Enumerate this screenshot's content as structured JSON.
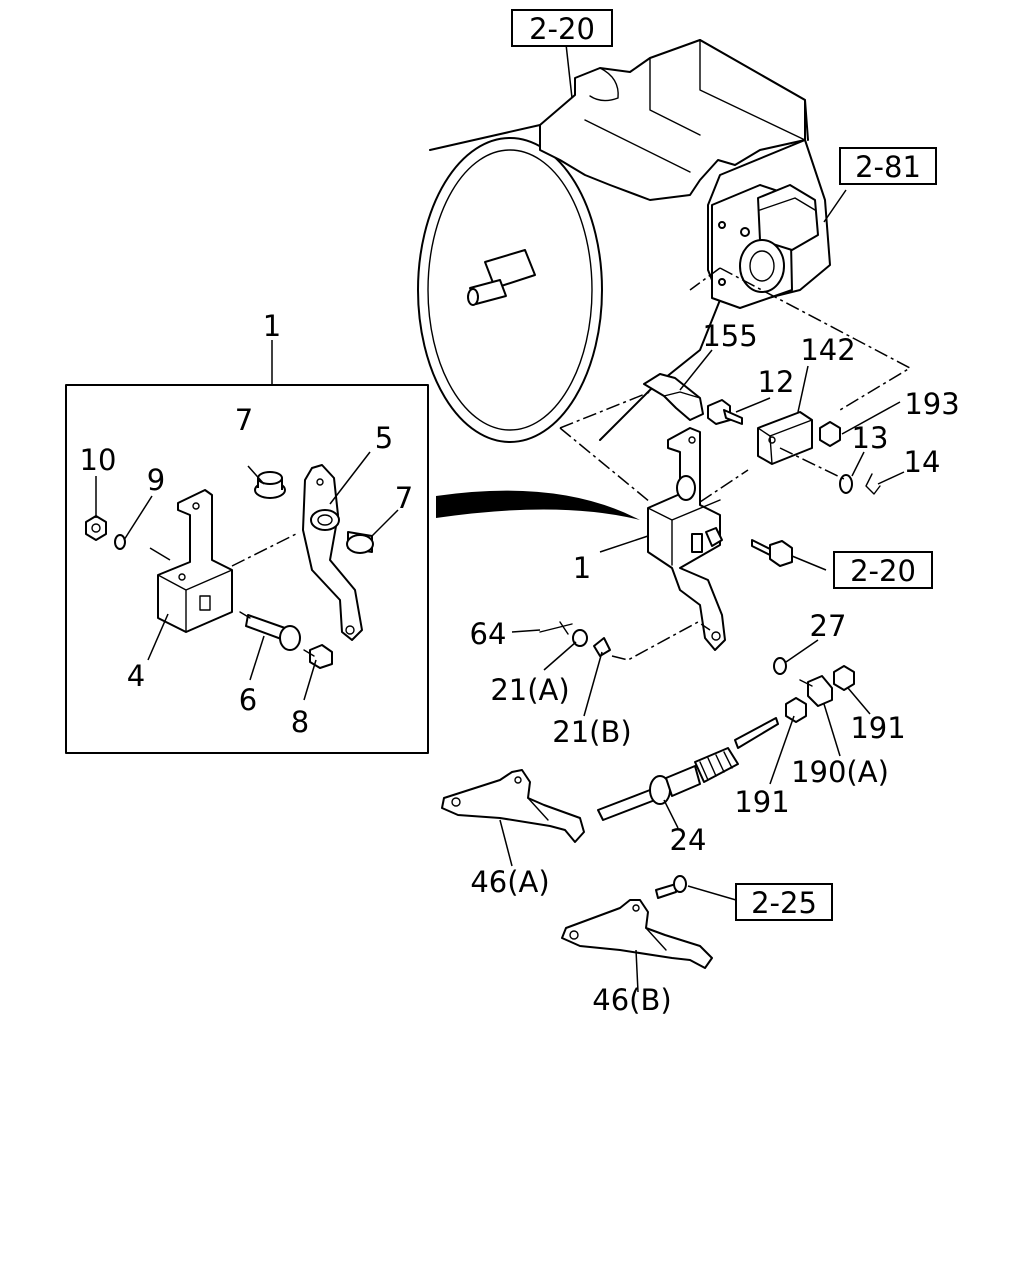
{
  "diagram": {
    "refs": {
      "r_top": "2-20",
      "r_right": "2-81",
      "r_mid": "2-20",
      "r_bottom": "2-25"
    },
    "labels": {
      "l1_top": "1",
      "l155": "155",
      "l142": "142",
      "l12": "12",
      "l193": "193",
      "l13": "13",
      "l14": "14",
      "l1_mid": "1",
      "l64": "64",
      "l27": "27",
      "l21a": "21(A)",
      "l21b": "21(B)",
      "l191a": "191",
      "l191b": "191",
      "l190a": "190(A)",
      "l24": "24",
      "l46a": "46(A)",
      "l46b": "46(B)",
      "l7a": "7",
      "l7b": "7",
      "l5": "5",
      "l10": "10",
      "l9": "9",
      "l4": "4",
      "l6": "6",
      "l8": "8"
    }
  }
}
